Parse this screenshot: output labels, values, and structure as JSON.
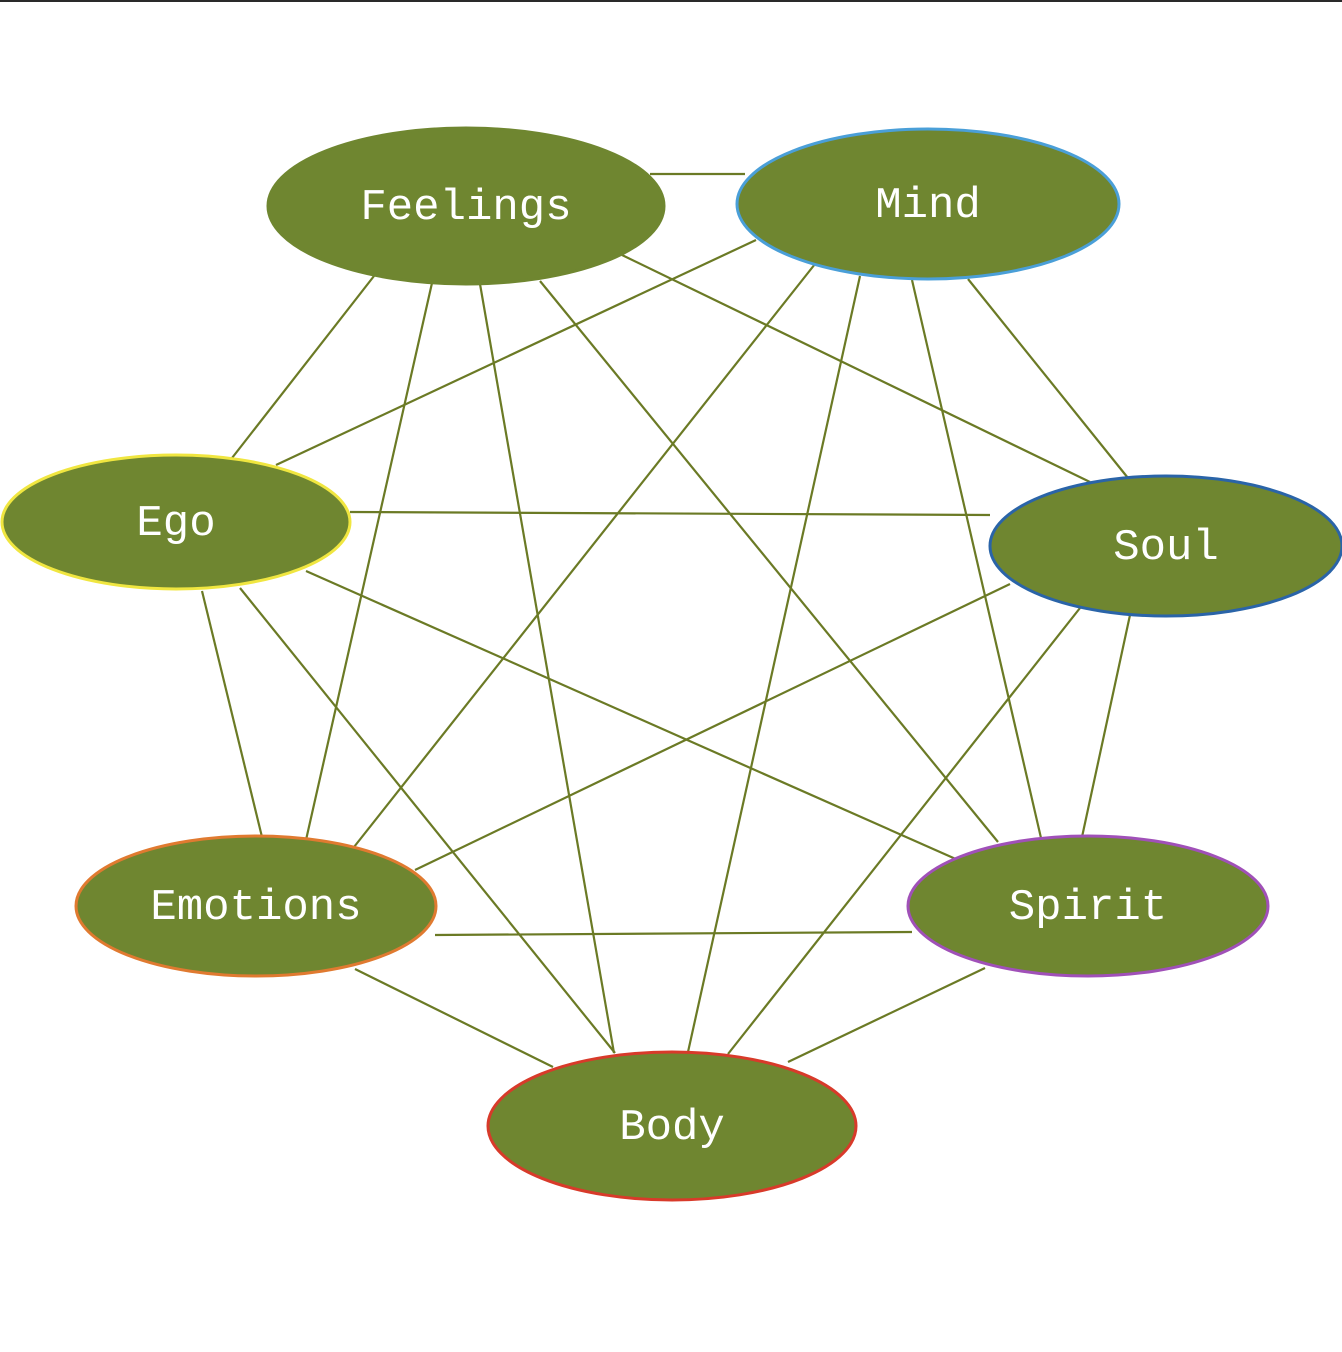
{
  "diagram": {
    "type": "complete-graph",
    "node_fill": "#6f8630",
    "edge_color": "#6b7a25",
    "nodes": [
      {
        "id": "feelings",
        "label": "Feelings",
        "border_color": "#6f8630"
      },
      {
        "id": "mind",
        "label": "Mind",
        "border_color": "#4a9fd8"
      },
      {
        "id": "ego",
        "label": "Ego",
        "border_color": "#f0e640"
      },
      {
        "id": "soul",
        "label": "Soul",
        "border_color": "#2a64a8"
      },
      {
        "id": "emotions",
        "label": "Emotions",
        "border_color": "#e07a30"
      },
      {
        "id": "spirit",
        "label": "Spirit",
        "border_color": "#a050b8"
      },
      {
        "id": "body",
        "label": "Body",
        "border_color": "#d83a2a"
      }
    ],
    "edges": [
      [
        "feelings",
        "mind"
      ],
      [
        "feelings",
        "ego"
      ],
      [
        "feelings",
        "soul"
      ],
      [
        "feelings",
        "emotions"
      ],
      [
        "feelings",
        "spirit"
      ],
      [
        "feelings",
        "body"
      ],
      [
        "mind",
        "ego"
      ],
      [
        "mind",
        "soul"
      ],
      [
        "mind",
        "emotions"
      ],
      [
        "mind",
        "spirit"
      ],
      [
        "mind",
        "body"
      ],
      [
        "ego",
        "soul"
      ],
      [
        "ego",
        "emotions"
      ],
      [
        "ego",
        "spirit"
      ],
      [
        "ego",
        "body"
      ],
      [
        "soul",
        "emotions"
      ],
      [
        "soul",
        "spirit"
      ],
      [
        "soul",
        "body"
      ],
      [
        "emotions",
        "spirit"
      ],
      [
        "emotions",
        "body"
      ],
      [
        "spirit",
        "body"
      ]
    ]
  }
}
